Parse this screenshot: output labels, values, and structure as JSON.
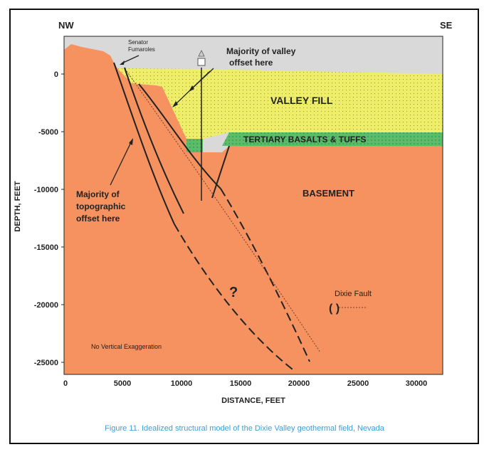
{
  "compass": {
    "left": "NW",
    "right": "SE"
  },
  "axes": {
    "ylabel": "DEPTH, FEET",
    "xlabel": "DISTANCE, FEET",
    "yticks": [
      "0",
      "-5000",
      "-10000",
      "-15000",
      "-20000",
      "-25000"
    ],
    "xticks": [
      "0",
      "5000",
      "10000",
      "15000",
      "20000",
      "25000",
      "30000"
    ]
  },
  "labels": {
    "senator_fumaroles": [
      "Senator",
      "Fumaroles"
    ],
    "valley_offset": [
      "Majority of valley",
      "offset here"
    ],
    "valley_fill": "VALLEY FILL",
    "tertiary": "TERTIARY BASALTS & TUFFS",
    "basement": "BASEMENT",
    "topo_offset": [
      "Majority of",
      "topographic",
      "offset here"
    ],
    "question": "?",
    "dixie_fault": "Dixie Fault",
    "legend_parens": "(          )",
    "no_vertical": "No Vertical Exaggeration"
  },
  "caption": "Figure 11. Idealized structural model of the Dixie Valley geothermal field, Nevada",
  "colors": {
    "basement": "#f5925f",
    "valley_fill": "#eeee6a",
    "tertiary": "#5bbd6b",
    "sky": "#d9d9d9",
    "caption": "#3aa0d8"
  }
}
